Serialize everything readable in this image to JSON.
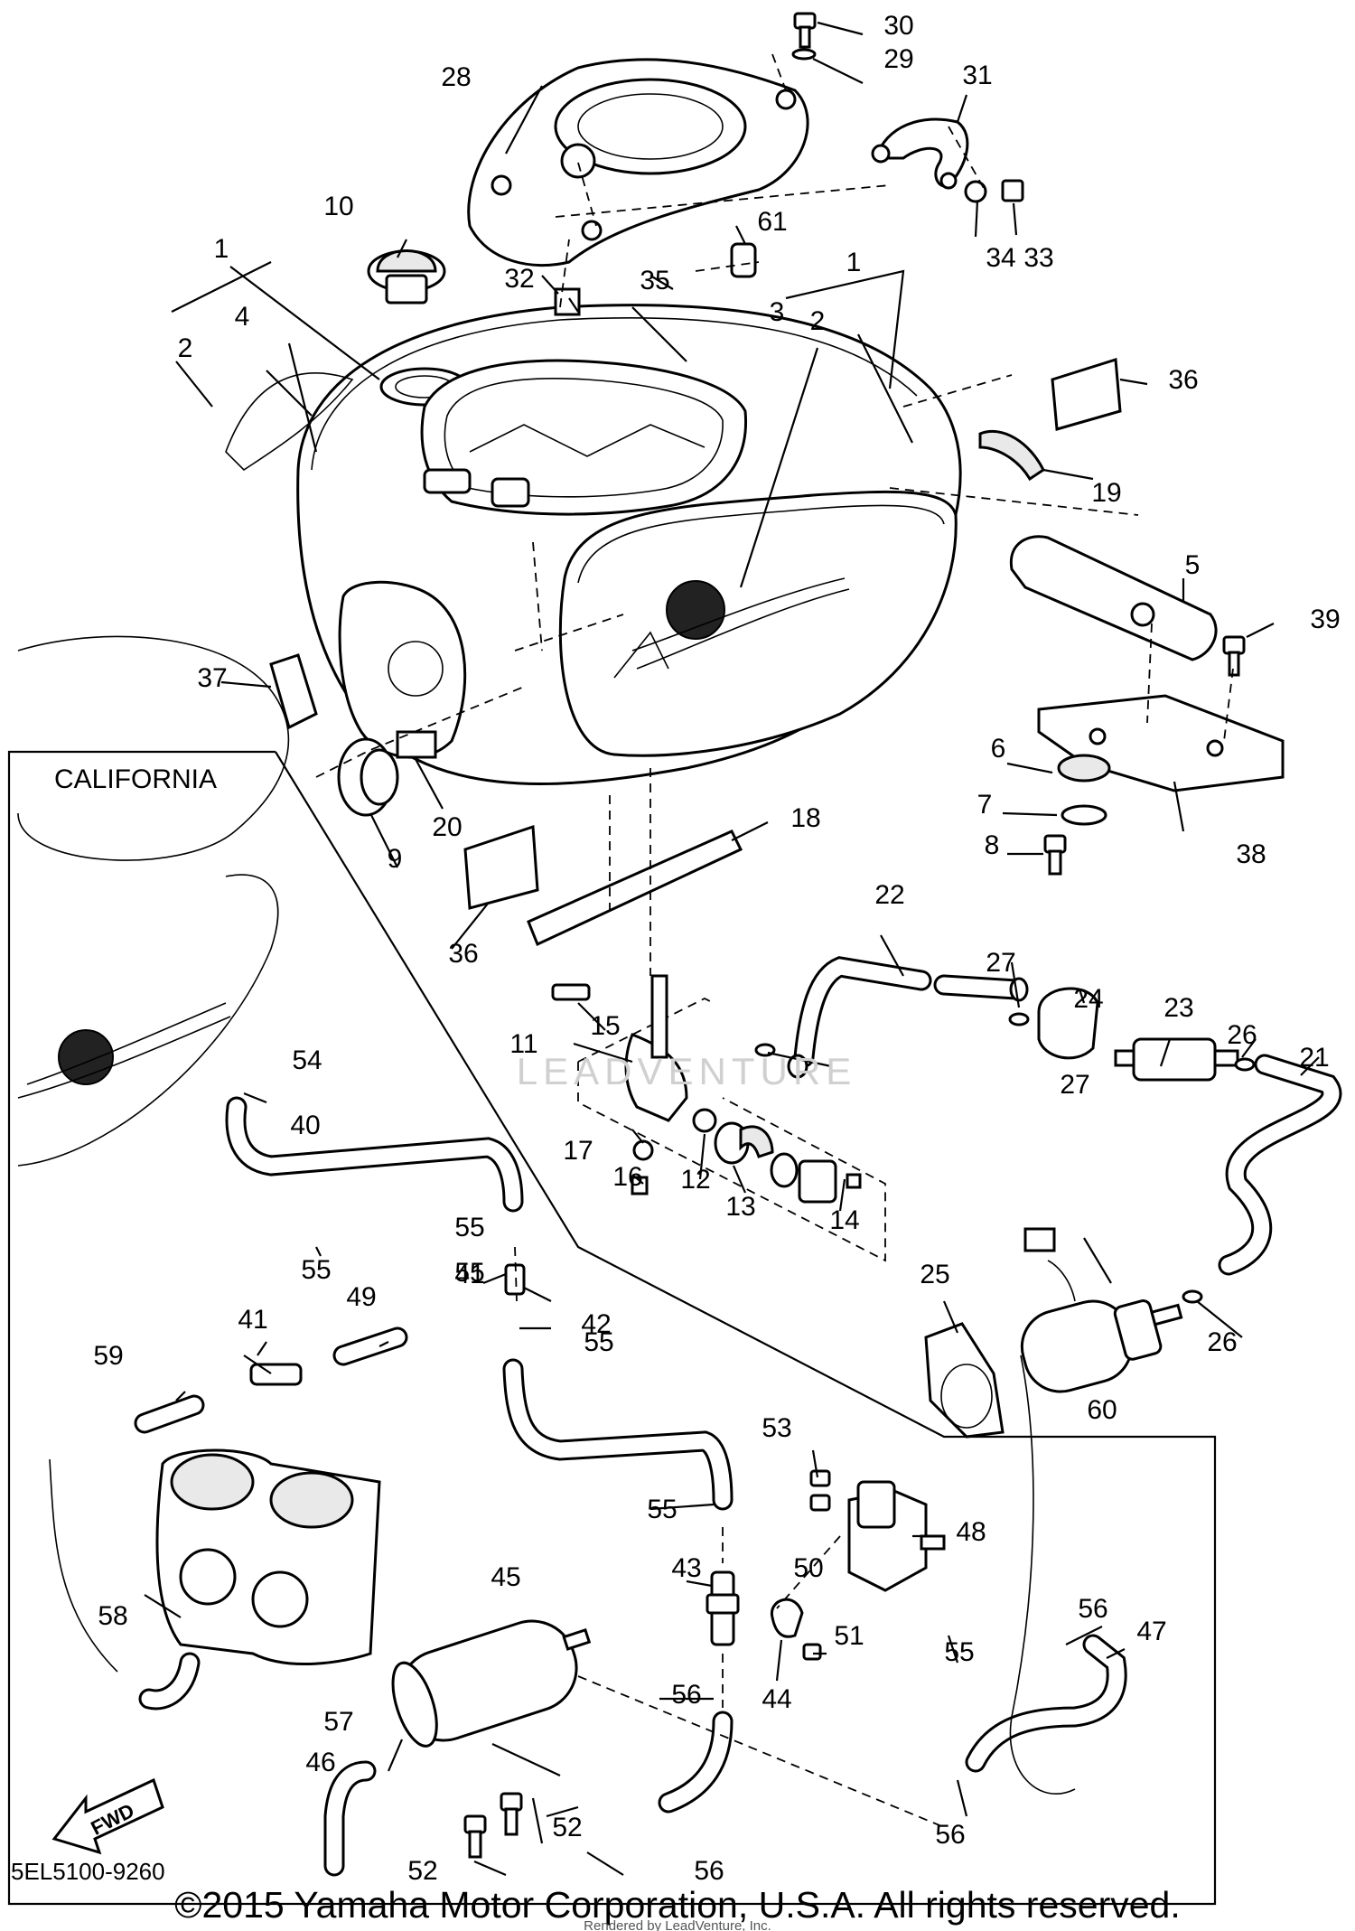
{
  "diagram": {
    "inset_label": "CALIFORNIA",
    "direction_label": "FWD",
    "diagram_code": "5EL5100-9260",
    "copyright": "©2015 Yamaha Motor Corporation, U.S.A. All rights reserved.",
    "watermark": "LEADVENTURE",
    "rendered_by": "Rendered by LeadVenture, Inc.",
    "callouts": [
      "1",
      "1",
      "2",
      "2",
      "3",
      "4",
      "5",
      "6",
      "7",
      "8",
      "9",
      "10",
      "11",
      "12",
      "13",
      "14",
      "15",
      "16",
      "17",
      "18",
      "19",
      "20",
      "21",
      "22",
      "23",
      "24",
      "25",
      "26",
      "26",
      "27",
      "27",
      "28",
      "29",
      "30",
      "31",
      "32",
      "33",
      "34",
      "35",
      "36",
      "36",
      "37",
      "38",
      "39",
      "40",
      "41",
      "41",
      "42",
      "43",
      "44",
      "45",
      "46",
      "47",
      "48",
      "49",
      "50",
      "51",
      "52",
      "52",
      "53",
      "54",
      "55",
      "55",
      "55",
      "55",
      "55",
      "55",
      "56",
      "56",
      "56",
      "56",
      "57",
      "58",
      "59",
      "60",
      "61"
    ]
  }
}
